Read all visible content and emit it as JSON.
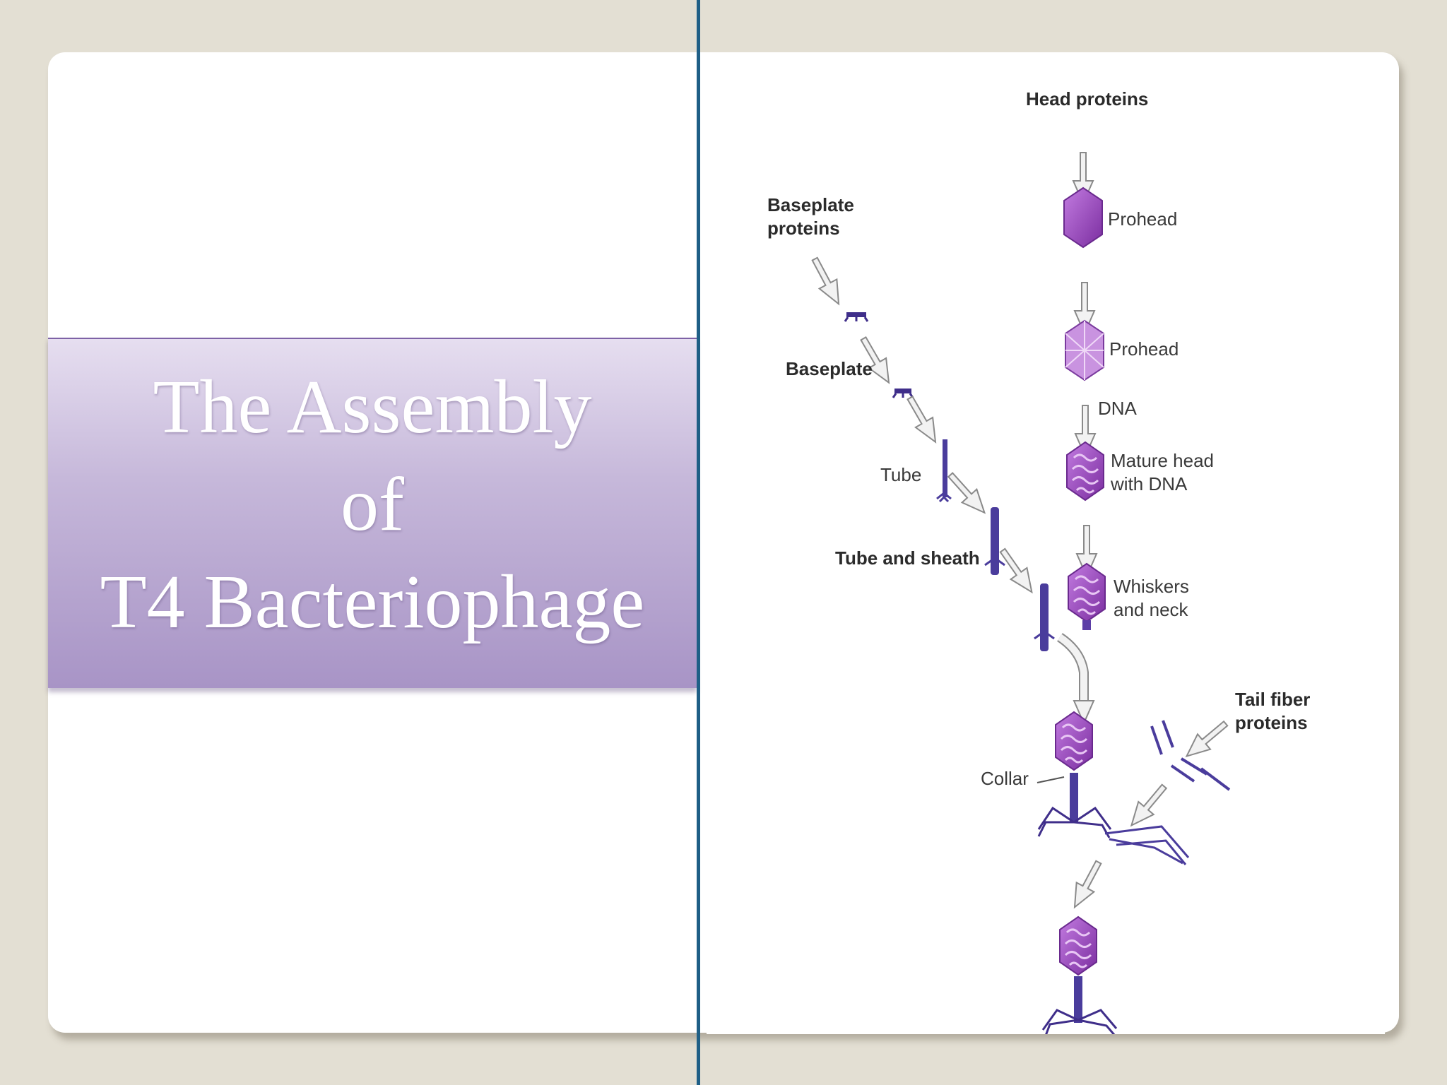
{
  "title": "The Assembly\nof\nT4 Bacteriophage",
  "colors": {
    "background": "#e3dfd3",
    "title_band_top": "#e6def0",
    "title_band_bottom": "#a894c6",
    "divider": "#1f5f86",
    "phage_purple": "#8e3fb5",
    "tail_blue": "#4a3c9c"
  },
  "labels": {
    "head_proteins": "Head proteins",
    "prohead_1": "Prohead",
    "prohead_2": "Prohead",
    "dna": "DNA",
    "mature_head": "Mature head\nwith DNA",
    "whiskers": "Whiskers\nand neck",
    "baseplate_proteins": "Baseplate\nproteins",
    "baseplate": "Baseplate",
    "tube": "Tube",
    "tube_sheath": "Tube and sheath",
    "tail_fiber": "Tail fiber\nproteins",
    "collar": "Collar"
  }
}
